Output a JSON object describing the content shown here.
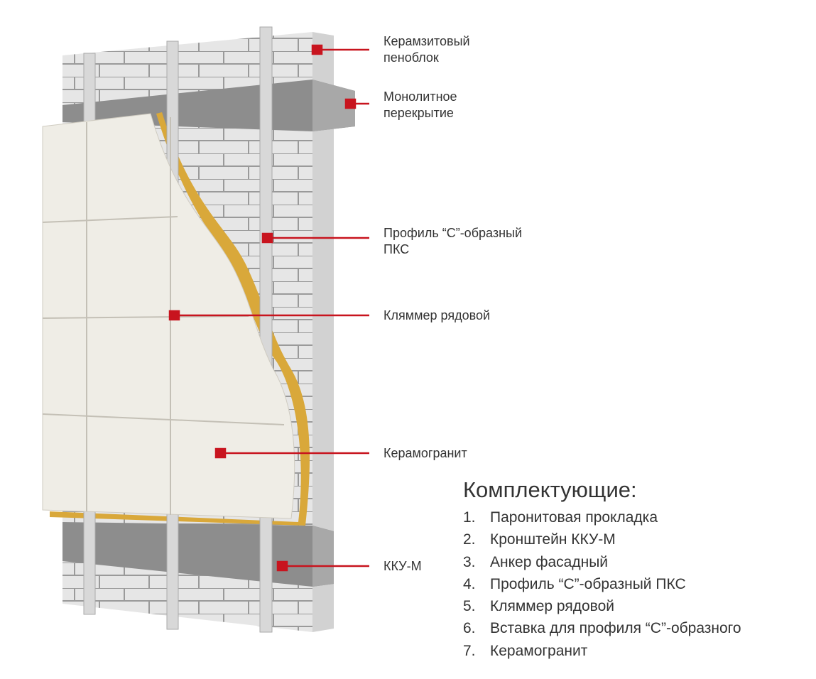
{
  "labels": {
    "block": [
      "Керамзитовый",
      "пеноблок"
    ],
    "slab": [
      "Монолитное",
      "перекрытие"
    ],
    "profile": [
      "Профиль “С”-образный",
      "ПКС"
    ],
    "clip": "Кляммер рядовой",
    "tile": "Керамогранит",
    "bracket": "ККУ-М"
  },
  "components": {
    "title": "Комплектующие:",
    "items": [
      {
        "n": "1.",
        "text": "Паронитовая прокладка"
      },
      {
        "n": "2.",
        "text": "Кронштейн ККУ-М"
      },
      {
        "n": "3.",
        "text": "Анкер фасадный"
      },
      {
        "n": "4.",
        "text": "Профиль “С”-образный ПКС"
      },
      {
        "n": "5.",
        "text": "Кляммер рядовой"
      },
      {
        "n": "6.",
        "text": "Вставка для профиля “С”-образного"
      },
      {
        "n": "7.",
        "text": "Керамогранит"
      }
    ]
  },
  "colors": {
    "marker": "#c8141e",
    "insulation": "#d9a83a"
  }
}
